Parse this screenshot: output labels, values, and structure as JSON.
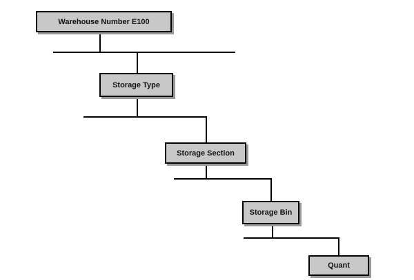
{
  "nodes": {
    "warehouse": "Warehouse Number E100",
    "storage_type": "Storage Type",
    "storage_section": "Storage Section",
    "storage_bin": "Storage Bin",
    "quant": "Quant"
  },
  "colors": {
    "node_fill": "#c8c8c8",
    "node_border": "#000000",
    "connector": "#000000",
    "shadow": "#9a9a9a"
  }
}
